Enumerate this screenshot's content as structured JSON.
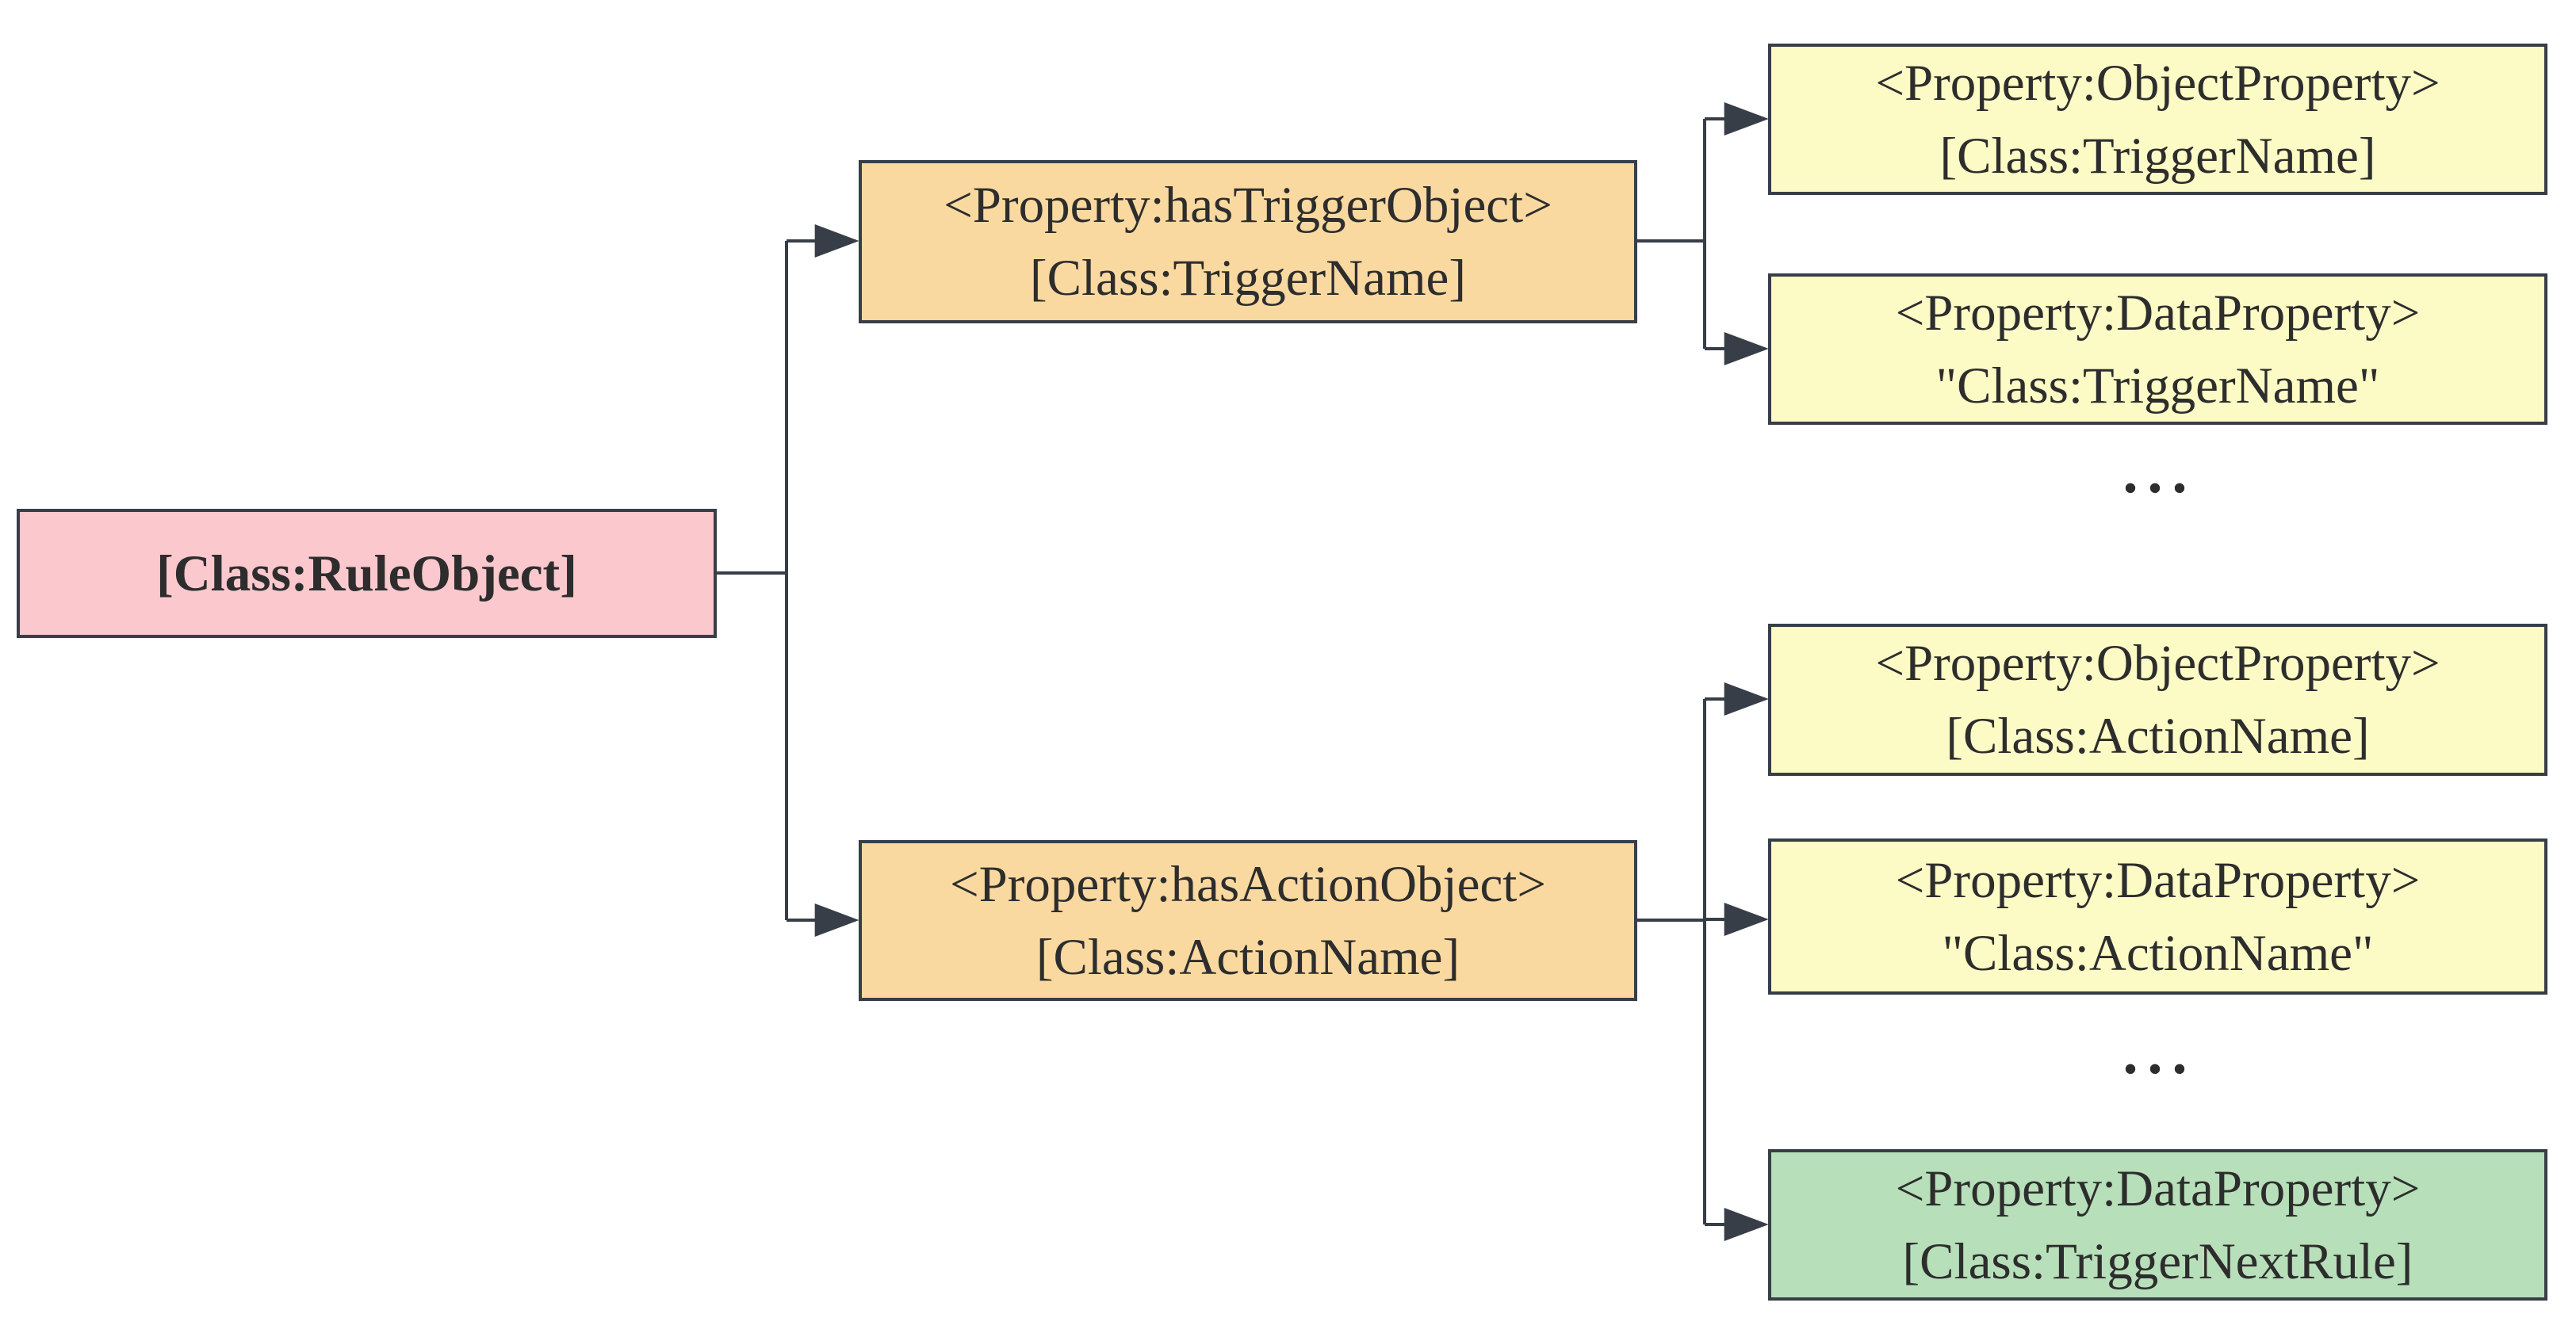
{
  "diagram": {
    "nodes": {
      "rule": {
        "line1": "[Class:RuleObject]"
      },
      "has_trigger_object": {
        "line1": "<Property:hasTriggerObject>",
        "line2": "[Class:TriggerName]"
      },
      "trigger_object_property": {
        "line1": "<Property:ObjectProperty>",
        "line2": "[Class:TriggerName]"
      },
      "trigger_data_property": {
        "line1": "<Property:DataProperty>",
        "line2": "\"Class:TriggerName\""
      },
      "trigger_ellipsis": "...",
      "has_action_object": {
        "line1": "<Property:hasActionObject>",
        "line2": "[Class:ActionName]"
      },
      "action_object_property": {
        "line1": "<Property:ObjectProperty>",
        "line2": "[Class:ActionName]"
      },
      "action_data_property": {
        "line1": "<Property:DataProperty>",
        "line2": "\"Class:ActionName\""
      },
      "action_ellipsis": "...",
      "trigger_next_rule": {
        "line1": "<Property:DataProperty>",
        "line2": "[Class:TriggerNextRule]"
      }
    },
    "colors": {
      "background": "#ffffff",
      "rule_fill": "#fbc8ce",
      "property_fill": "#fad9a1",
      "leaf_fill": "#fcfac5",
      "highlight_fill": "#b7dfb9",
      "stroke": "#373e47",
      "text": "#2d2d2d"
    }
  }
}
